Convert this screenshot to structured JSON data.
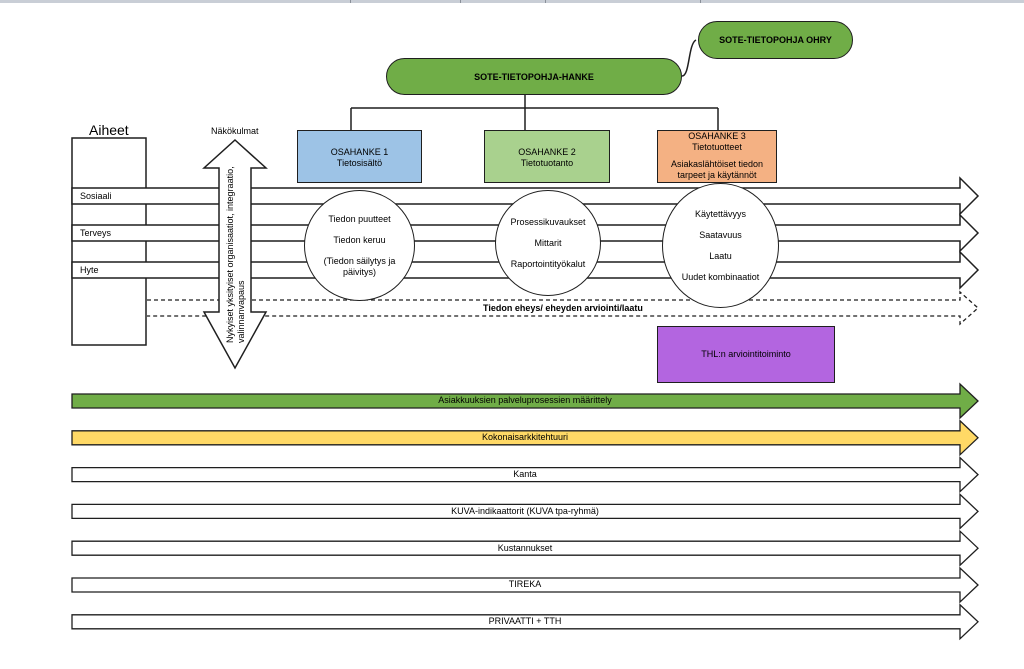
{
  "title_left": "Aiheet",
  "perspective_label": "Näkökulmat",
  "perspective_vertical": [
    "Nykyiset yksityiset organisaatiot, integraatio,",
    "valinnanvapaus"
  ],
  "topics": [
    "Sosiaali",
    "Terveys",
    "Hyte"
  ],
  "project": {
    "main": "SOTE-TIETOPOHJA-HANKE",
    "steering": "SOTE-TIETOPOHJA OHRY"
  },
  "subprojects": [
    {
      "name": "OSAHANKE 1",
      "subtitle": "Tietosisältö",
      "extra": "",
      "color": "#9dc3e6"
    },
    {
      "name": "OSAHANKE 2",
      "subtitle": "Tietotuotanto",
      "extra": "",
      "color": "#a9d18e"
    },
    {
      "name": "OSAHANKE 3",
      "subtitle": "Tietotuotteet",
      "extra": "Asiakaslähtöiset tiedon tarpeet ja käytännöt",
      "color": "#f4b183"
    }
  ],
  "circles": [
    {
      "items": [
        "Tiedon puutteet",
        "Tiedon keruu",
        "(Tiedon säilytys ja päivitys)"
      ]
    },
    {
      "items": [
        "Prosessikuvaukset",
        "Mittarit",
        "Raportointityökalut"
      ]
    },
    {
      "items": [
        "Käytettävyys",
        "Saatavuus",
        "Laatu",
        "Uudet kombinaatiot"
      ]
    }
  ],
  "integrity_label": "Tiedon eheys/ eheyden arviointi/laatu",
  "thl_box": "THL:n arviointitoiminto",
  "bands": [
    {
      "label": "Asiakkuuksien palveluprosessien määrittely",
      "color": "#70ad47"
    },
    {
      "label": "Kokonaisarkkitehtuuri",
      "color": "#ffd966"
    },
    {
      "label": "Kanta",
      "color": "#ffffff"
    },
    {
      "label": "KUVA-indikaattorit (KUVA tpa-ryhmä)",
      "color": "#ffffff"
    },
    {
      "label": "Kustannukset",
      "color": "#ffffff"
    },
    {
      "label": "TIREKA",
      "color": "#ffffff"
    },
    {
      "label": "PRIVAATTI + TTH",
      "color": "#ffffff"
    }
  ],
  "colors": {
    "thl": "#b365e0",
    "line": "#1f1f1f"
  }
}
